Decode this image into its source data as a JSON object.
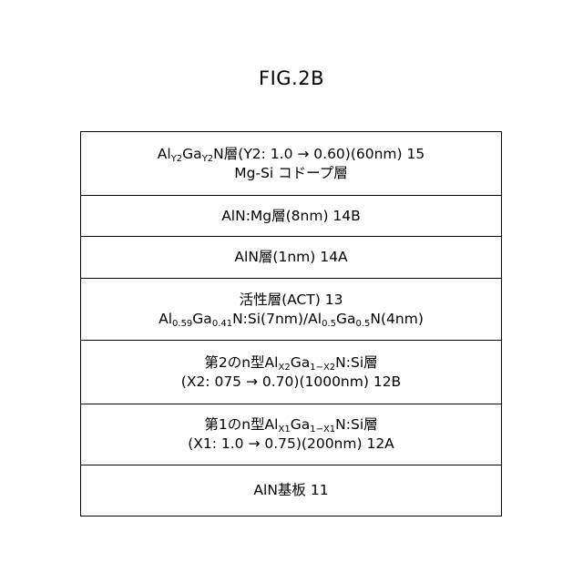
{
  "figure": {
    "title": "FIG.2B"
  },
  "layers": {
    "l15": {
      "l1": {
        "t1": "Al",
        "s1": "Y2",
        "t2": "Ga",
        "s2": "Y2",
        "t3": "N層(Y2: 1.0 → 0.60)(60nm)  15"
      },
      "l2": "Mg-Si コドープ層"
    },
    "l14b": {
      "l1": "AlN:Mg層(8nm)  14B"
    },
    "l14a": {
      "l1": "AlN層(1nm)  14A"
    },
    "l13": {
      "l1": "活性層(ACT) 13",
      "l2": {
        "t1": "Al",
        "s1": "0.59",
        "t2": "Ga",
        "s2": "0.41",
        "t3": "N:Si(7nm)/Al",
        "s3": "0.5",
        "t4": "Ga",
        "s4": "0.5",
        "t5": "N(4nm)"
      }
    },
    "l12b": {
      "l1": {
        "t1": "第2のn型Al",
        "s1": "X2",
        "t2": "Ga",
        "s2": "1−X2",
        "t3": "N:Si層"
      },
      "l2": "(X2: 075 → 0.70)(1000nm)  12B"
    },
    "l12a": {
      "l1": {
        "t1": "第1のn型Al",
        "s1": "X1",
        "t2": "Ga",
        "s2": "1−X1",
        "t3": "N:Si層"
      },
      "l2": "(X1: 1.0 → 0.75)(200nm)  12A"
    },
    "l11": {
      "l1": "AlN基板 11"
    }
  }
}
